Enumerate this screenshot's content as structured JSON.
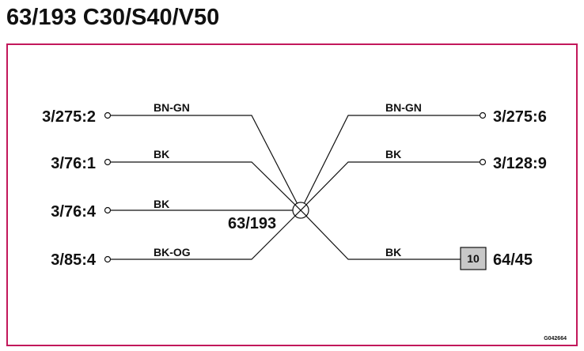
{
  "title": "63/193 C30/S40/V50",
  "colors": {
    "frame": "#c2185b",
    "wire": "#111111",
    "connector_fill": "#c8c8c8"
  },
  "splice": {
    "label": "63/193",
    "icon": "splice-circle-cross-icon"
  },
  "left_wires": [
    {
      "terminal": "3/275:2",
      "color": "BN-GN"
    },
    {
      "terminal": "3/76:1",
      "color": "BK"
    },
    {
      "terminal": "3/76:4",
      "color": "BK"
    },
    {
      "terminal": "3/85:4",
      "color": "BK-OG"
    }
  ],
  "right_wires": [
    {
      "terminal": "3/275:6",
      "color": "BN-GN",
      "end": "open-circle"
    },
    {
      "terminal": "3/128:9",
      "color": "BK",
      "end": "open-circle"
    },
    {
      "terminal": "64/45",
      "color": "BK",
      "end": "connector",
      "connector_pin": "10"
    }
  ],
  "reference": "G042664"
}
